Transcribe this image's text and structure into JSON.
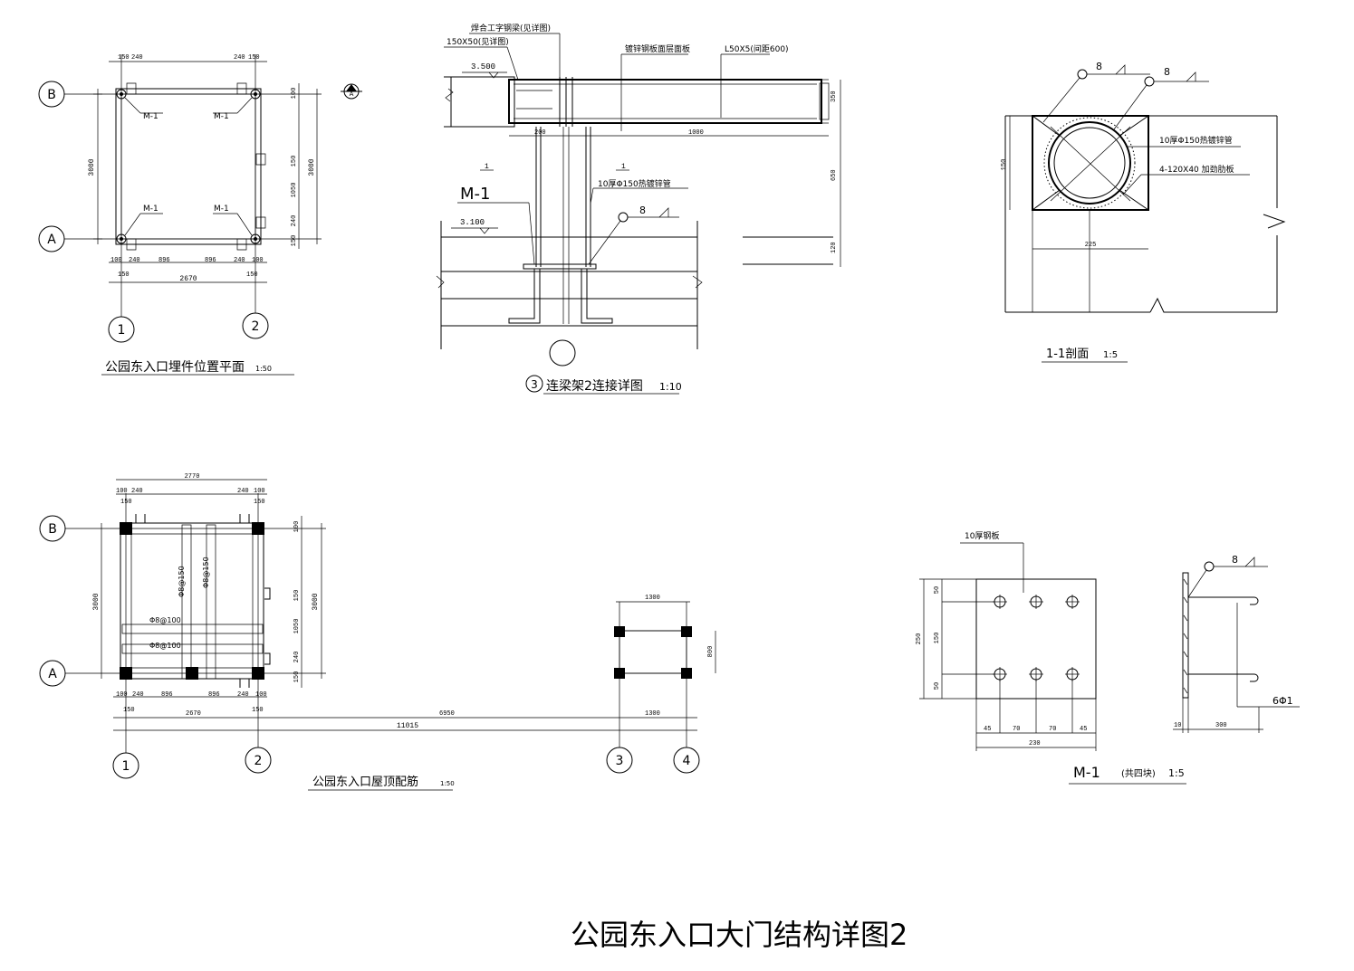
{
  "sheet": {
    "title": "公园东入口大门结构详图2"
  },
  "plan_embedded": {
    "title": "公园东入口埋件位置平面",
    "scale": "1:50",
    "axis_B": "B",
    "axis_A": "A",
    "axis_1": "1",
    "axis_2": "2",
    "section_mark": "A",
    "m1_labels": [
      "M-1",
      "M-1",
      "M-1",
      "M-1"
    ],
    "dims_top": [
      "150",
      "240",
      "240",
      "150"
    ],
    "dims_left": "3000",
    "dims_right_total": "3000",
    "dims_right_parts": [
      "100",
      "150",
      "1050",
      "240",
      "150"
    ],
    "dims_bottom": [
      "100",
      "240",
      "896",
      "896",
      "240",
      "100"
    ],
    "dims_bottom_total": "2670",
    "dims_bottom_ends": [
      "150",
      "150"
    ]
  },
  "detail3": {
    "title": "连梁架2连接详图",
    "scale": "1:10",
    "callout_no": "3",
    "label_m1": "M-1",
    "elev_top": "3.500",
    "elev_lower": "3.100",
    "note_top_1": "焊合工字钢梁(见详图)",
    "note_top_2": "150X50(见详图)",
    "note_top_3": "镀锌钢板面层面板",
    "note_top_4": "L50X5(间距600)",
    "note_pipe": "10厚Φ150热镀锌管",
    "weld_size": "8",
    "dim_200": "200",
    "dim_1000": "1000",
    "dim_350": "350",
    "dim_650": "650",
    "dim_120": "120",
    "section_cut": "1"
  },
  "section11": {
    "title": "1-1剖面",
    "scale": "1:5",
    "weld_1": "8",
    "weld_2": "8",
    "note_pipe": "10厚Φ150热镀锌管",
    "note_rib": "4-120X40 加劲肋板",
    "dim_h": "150",
    "dim_w": "225"
  },
  "plan_roof": {
    "title": "公园东入口屋顶配筋",
    "scale": "1:50",
    "axis_B": "B",
    "axis_A": "A",
    "axis_1": "1",
    "axis_2": "2",
    "axis_3": "3",
    "axis_4": "4",
    "dims_top_total": "2770",
    "dims_top": [
      "100",
      "240",
      "240",
      "100"
    ],
    "dims_top_small": [
      "150",
      "150"
    ],
    "rebar_1": "Φ8@150",
    "rebar_2": "Φ8@150",
    "rebar_3": "Φ8@100",
    "rebar_4": "Φ8@100",
    "dims_left": "3000",
    "dims_right_total": "3000",
    "dims_right_parts": [
      "100",
      "150",
      "1050",
      "240",
      "150"
    ],
    "dims_bottom": [
      "100",
      "240",
      "896",
      "896",
      "240",
      "100"
    ],
    "dims_bottom_total": "2670",
    "dims_bottom_ends": [
      "150",
      "150"
    ],
    "dims_long": "6950",
    "dims_long_total": "11015",
    "dim_1300_top": "1300",
    "dim_1300_bot": "1300",
    "dim_800": "800"
  },
  "detail_m1": {
    "title": "M-1",
    "subtitle": "(共四块)",
    "scale": "1:5",
    "plate_note": "10厚钢板",
    "weld_size": "8",
    "anchor_note": "6Φ1",
    "dims_left": [
      "50",
      "150",
      "50"
    ],
    "dims_left_total": "250",
    "dims_bottom": [
      "45",
      "70",
      "70",
      "45"
    ],
    "dims_bottom_total": "230",
    "side_dims": [
      "10",
      "300"
    ]
  }
}
